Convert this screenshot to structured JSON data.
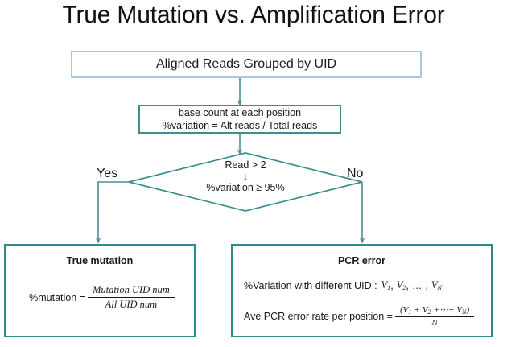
{
  "title": "True Mutation vs. Amplification Error",
  "colors": {
    "top_box_border": "#a9c7e0",
    "teal_border": "#2e8b8b",
    "connector": "#4a8f96",
    "text": "#1a1a1a",
    "background": "#ffffff"
  },
  "nodes": {
    "input": {
      "label": "Aligned Reads Grouped by UID"
    },
    "process": {
      "line1": "base count at each position",
      "line2": "%variation = Alt reads / Total reads"
    },
    "decision": {
      "line1": "Read > 2",
      "arrow": "↓",
      "line2": "%variation ≥ 95%",
      "yes_label": "Yes",
      "no_label": "No"
    },
    "true_mutation": {
      "heading": "True mutation",
      "formula_lhs": "%mutation =",
      "formula_numerator": "Mutation UID num",
      "formula_denominator": "All UID num"
    },
    "pcr_error": {
      "heading": "PCR error",
      "line1_prefix": "%Variation with different UID :",
      "line1_v1": "V",
      "line1_v1_sub": "1",
      "line1_sep1": ",",
      "line1_v2": "V",
      "line1_v2_sub": "2",
      "line1_sep2": ",",
      "line1_ellipsis": "…",
      "line1_sep3": ",",
      "line1_vn": "V",
      "line1_vn_sub": "N",
      "line2_prefix": "Ave PCR error rate per position =",
      "line2_num_open": "(",
      "line2_num_v1": "V",
      "line2_num_v1_sub": "1",
      "line2_num_plus1": "+",
      "line2_num_v2": "V",
      "line2_num_v2_sub": "2",
      "line2_num_plus2": "+⋯+",
      "line2_num_vn": "V",
      "line2_num_vn_sub": "N",
      "line2_num_close": ")",
      "line2_den": "N"
    }
  }
}
